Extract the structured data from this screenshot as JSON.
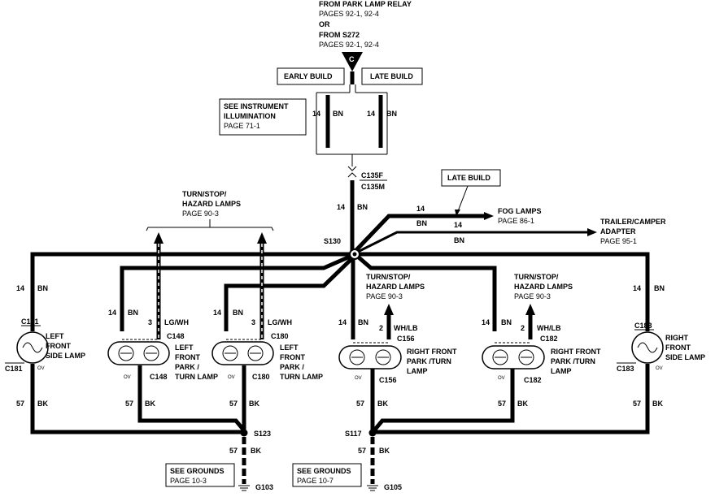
{
  "source": {
    "line1": "FROM PARK LAMP RELAY",
    "line2": "PAGES 92-1, 92-4",
    "line3": "OR",
    "line4": "FROM S272",
    "line5": "PAGES 92-1, 92-4",
    "connector_letter": "C"
  },
  "build": {
    "early": "EARLY BUILD",
    "late": "LATE BUILD"
  },
  "instrument": {
    "line1": "SEE INSTRUMENT",
    "line2": "ILLUMINATION",
    "line3": "PAGE 71-1"
  },
  "gauge": {
    "g14": "14",
    "g57": "57",
    "g3": "3",
    "g2": "2"
  },
  "color": {
    "bn": "BN",
    "bk": "BK",
    "lgwh": "LG/WH",
    "whlb": "WH/LB",
    "ov": "OV"
  },
  "connectors": {
    "c135f": "C135F",
    "c135m": "C135M",
    "c181": "C181",
    "c148": "C148",
    "c180": "C180",
    "c156": "C156",
    "c182": "C182",
    "c183": "C183"
  },
  "splices": {
    "s130": "S130",
    "s123": "S123",
    "s117": "S117"
  },
  "late_build_callout": "LATE BUILD",
  "fog": {
    "line1": "FOG LAMPS",
    "line2": "PAGE 86-1"
  },
  "trailer": {
    "line1": "TRAILER/CAMPER",
    "line2": "ADAPTER",
    "line3": "PAGE 95-1"
  },
  "tsh": {
    "line1": "TURN/STOP/",
    "line2": "HAZARD LAMPS",
    "line3": "PAGE 90-3"
  },
  "lamps": {
    "left_side": {
      "l1": "LEFT",
      "l2": "FRONT",
      "l3": "SIDE LAMP"
    },
    "left_park_148": {
      "l1": "LEFT",
      "l2": "FRONT",
      "l3": "PARK /",
      "l4": "TURN LAMP"
    },
    "left_park_180": {
      "l1": "LEFT",
      "l2": "FRONT",
      "l3": "PARK /",
      "l4": "TURN LAMP"
    },
    "right_park_156": {
      "l1": "RIGHT FRONT",
      "l2": "PARK /TURN",
      "l3": "LAMP"
    },
    "right_park_182": {
      "l1": "RIGHT FRONT",
      "l2": "PARK /TURN",
      "l3": "LAMP"
    },
    "right_side": {
      "l1": "RIGHT",
      "l2": "FRONT",
      "l3": "SIDE LAMP"
    }
  },
  "grounds": {
    "left": {
      "l1": "SEE GROUNDS",
      "l2": "PAGE 10-3",
      "id": "G103"
    },
    "right": {
      "l1": "SEE GROUNDS",
      "l2": "PAGE 10-7",
      "id": "G105"
    }
  }
}
